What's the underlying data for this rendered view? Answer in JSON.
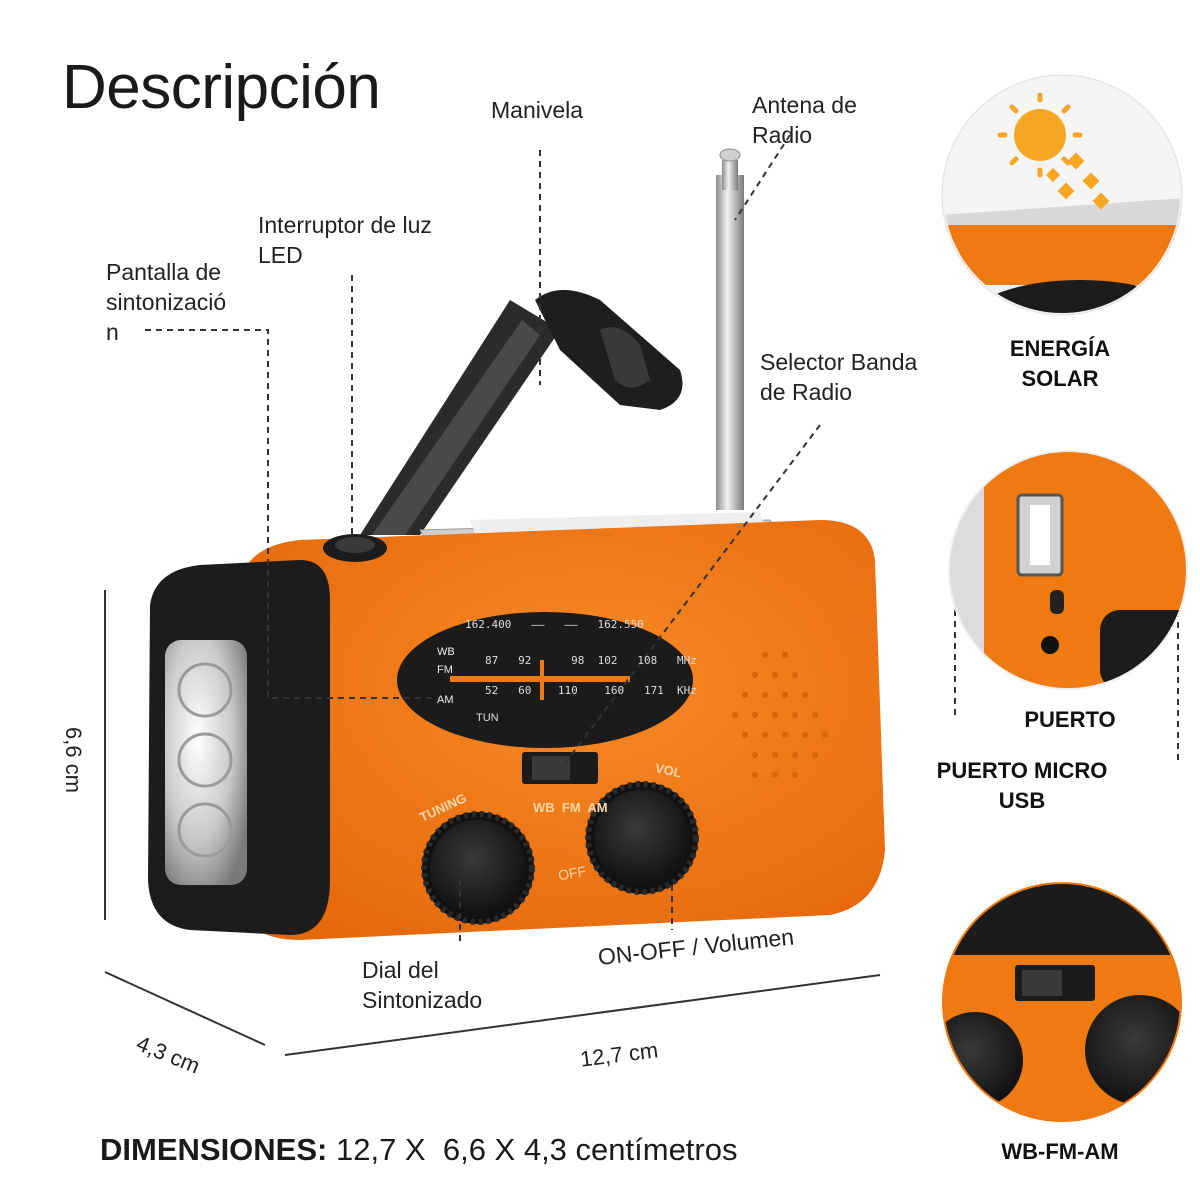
{
  "title": "Descripción",
  "callouts": {
    "manivela": "Manivela",
    "antena_line1": "Antena de",
    "antena_line2": "Radio",
    "interruptor_line1": "Interruptor de luz",
    "interruptor_line2": "LED",
    "pantalla_line1": "Pantalla de",
    "pantalla_line2": "sintonizació",
    "pantalla_line3": "n",
    "selector_line1": "Selector Banda",
    "selector_line2": "de Radio",
    "dial_line1": "Dial del",
    "dial_line2": "Sintonizado",
    "onoff": "ON-OFF / Volumen"
  },
  "dimensions": {
    "height": "6,6 cm",
    "depth": "4,3 cm",
    "width": "12,7 cm",
    "summary_bold": "DIMENSIONES:",
    "summary_text": "12,7 X  6,6 X 4,3 centímetros"
  },
  "circles": {
    "solar_line1": "ENERGÍA",
    "solar_line2": "SOLAR",
    "usb_label": "PUERTO",
    "micro_line1": "PUERTO MICRO",
    "micro_line2": "USB",
    "band_label": "WB-FM-AM"
  },
  "radio_panel": {
    "band_wb": "WB",
    "band_fm": "FM",
    "band_am": "AM",
    "tun": "TUN",
    "tuning": "TUNING",
    "vol": "VOL",
    "switch_labels": "WB  FM  AM",
    "off": "OFF",
    "scale_top": "162.400   ——   ——   162.550",
    "scale_mid": "87   92      98  102   108   MHz",
    "scale_bot": "52   60    110    160   171  KHz"
  },
  "colors": {
    "body_orange": "#f07a12",
    "black": "#1c1c1c",
    "accent_orange_text": "#f5a050"
  }
}
